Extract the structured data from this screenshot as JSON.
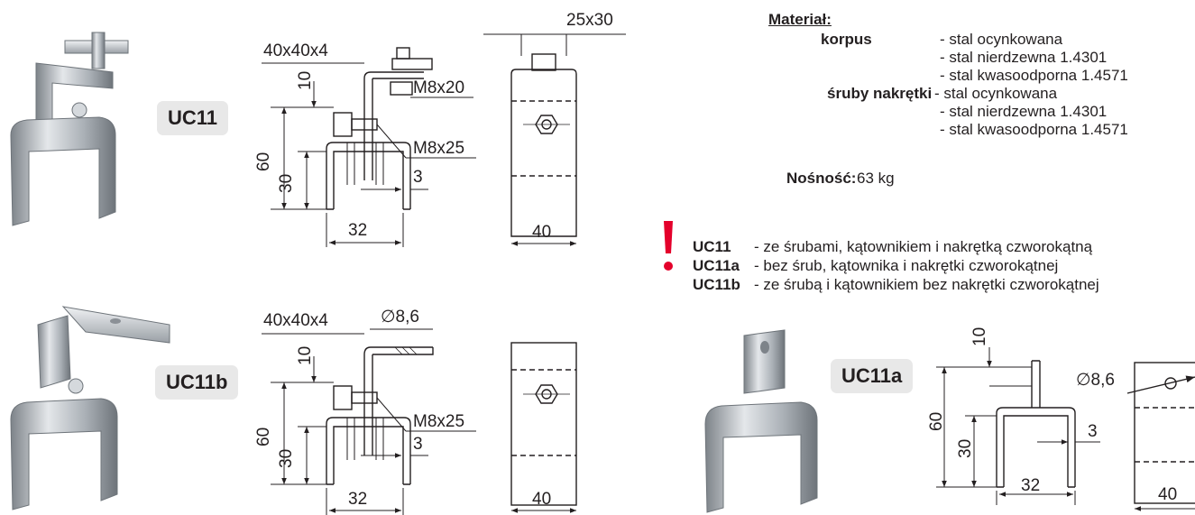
{
  "labels": {
    "uc11": "UC11",
    "uc11b": "UC11b",
    "uc11a": "UC11a"
  },
  "dims": {
    "angle": "40x40x4",
    "width_top": "25x30",
    "bolt_a": "M8x20",
    "bolt_b": "M8x25",
    "d10": "10",
    "d60": "60",
    "d30": "30",
    "d3": "3",
    "d32": "32",
    "d40": "40",
    "hole": "∅8,6"
  },
  "material": {
    "heading": "Materiał:",
    "body_label": "korpus",
    "body_items": [
      "- stal ocynkowana",
      "- stal nierdzewna 1.4301",
      "- stal kwasoodporna 1.4571"
    ],
    "bolts_label": "śruby nakrętki",
    "bolts_items": [
      "- stal ocynkowana",
      "- stal nierdzewna 1.4301",
      "- stal kwasoodporna 1.4571"
    ],
    "load_label": "Nośność:",
    "load_value": "63 kg"
  },
  "variants": [
    {
      "code": "UC11",
      "desc": "- ze śrubami, kątownikiem i nakrętką czworokątną"
    },
    {
      "code": "UC11a",
      "desc": "- bez śrub, kątownika i nakrętki czworokątnej"
    },
    {
      "code": "UC11b",
      "desc": "- ze śrubą i kątownikiem bez nakrętki czworokątnej"
    }
  ],
  "colors": {
    "warning": "#e4002b",
    "ink": "#231f20",
    "badge": "#e8e8e8",
    "metal": "#b9bec4"
  }
}
